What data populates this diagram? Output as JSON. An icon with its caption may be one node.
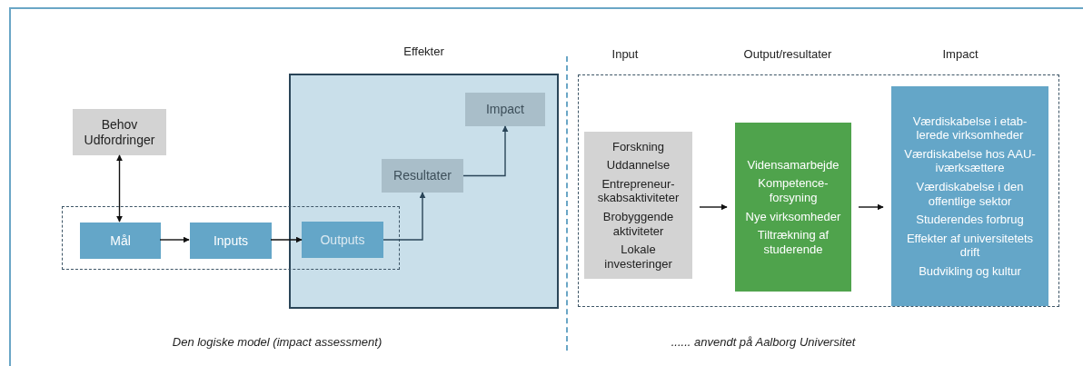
{
  "diagram": {
    "nodes": [
      {
        "text": [
          "Effekter"
        ]
      },
      {
        "text": [
          "Behov Udfordringer"
        ]
      },
      {
        "text": [],
        "shape": "box"
      },
      {
        "text": [
          "Mål"
        ],
        "in": 2
      },
      {
        "text": [
          "Inputs"
        ],
        "in": 2
      },
      {
        "text": [
          "Outputs"
        ]
      },
      {
        "text": [
          "Resultater"
        ],
        "in": 0
      },
      {
        "text": [
          "Impact"
        ],
        "in": 0
      },
      {
        "text": [],
        "shape": "box"
      },
      {
        "text": [
          "Forskning",
          "Uddannelse",
          "Entrepreneur- skabsaktiviteter",
          "Brobyggende aktiviteter",
          "Lokale investeringer"
        ],
        "in": 8
      },
      {
        "text": [
          "Vidensamarbejde",
          "Kompetence- forsyning",
          "Nye virksomheder",
          "Tiltrækning af studerende"
        ],
        "in": 8
      },
      {
        "text": [
          "Værdiskabelse i etab- lerede virksomheder",
          "Værdiskabelse hos AAU-iværksættere",
          "Værdiskabelse i den offentlige sektor",
          "Studerendes forbrug",
          "Effekter af universitetets drift",
          "Budvikling og kultur"
        ],
        "in": 8
      }
    ],
    "edges": [
      {
        "from": 1,
        "to": 3,
        "arrow": "both"
      },
      {
        "from": 3,
        "to": 4,
        "arrow": "to"
      },
      {
        "from": 4,
        "to": 5,
        "arrow": "to"
      },
      {
        "from": 5,
        "to": 6,
        "arrow": "to"
      },
      {
        "from": 6,
        "to": 7,
        "arrow": "to"
      },
      {
        "from": 9,
        "to": 10,
        "arrow": "to"
      },
      {
        "from": 10,
        "to": 11,
        "arrow": "to"
      }
    ],
    "labels": [
      "Input",
      "Output/resultater",
      "Impact",
      "Den logiske model (impact assessment)",
      "...... anvendt på Aalborg Universitet"
    ]
  }
}
